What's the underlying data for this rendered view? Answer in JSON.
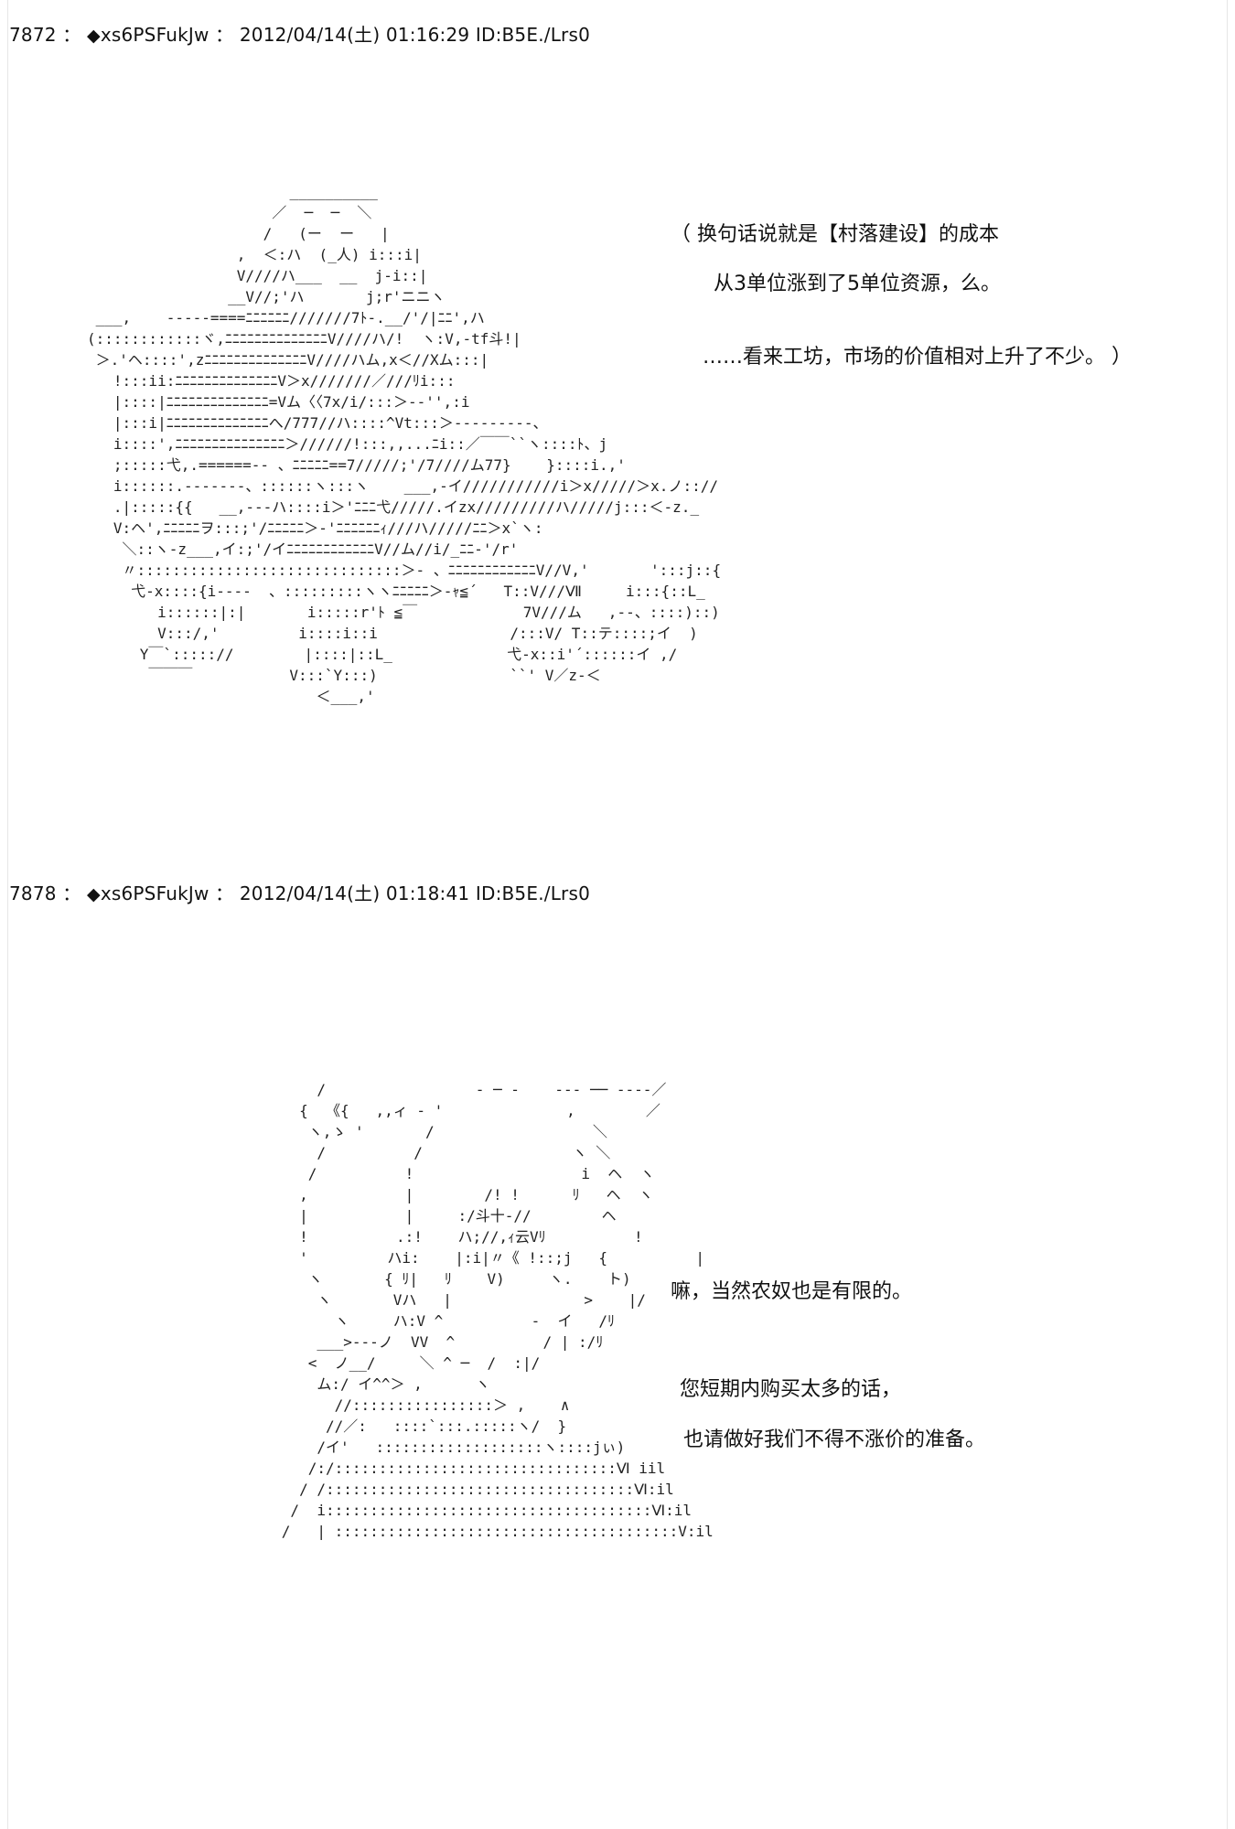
{
  "posts": [
    {
      "header": {
        "number": "7872",
        "trip": "xs6PSFukJw",
        "date": "2012/04/14(土) 01:16:29",
        "id": "ID:B5E./Lrs0"
      },
      "ascii_art": "                       __________\n                     ／  ─  ─  ＼\n                    /   (ー  ー   |\n                 ,  ＜:ハ  (_人) i:::i|\n                 V////ハ___  __  j-i::|\n                __V//;'ハ       j;r'ニニヽ\n ___,    -----====ﾆﾆﾆﾆﾆﾆ///////7ﾄ-.__/'/|ﾆﾆ',ハ\n(::::::::::::ヾ,ﾆﾆﾆﾆﾆﾆﾆﾆﾆﾆﾆﾆﾆﾆV////ハ/!  ヽ:V,-tf斗!|\n ＞.'ヘ::::',zﾆﾆﾆﾆﾆﾆﾆﾆﾆﾆﾆﾆﾆﾆV////ハム,x＜//Xム:::|\n   !:::ii:ﾆﾆﾆﾆﾆﾆﾆﾆﾆﾆﾆﾆﾆﾆV＞x///////／///ﾘi:::\n   |::::|ﾆﾆﾆﾆﾆﾆﾆﾆﾆﾆﾆﾆﾆﾆ=Vム〈〈7x/i/:::＞--'',:i\n   |:::i|ﾆﾆﾆﾆﾆﾆﾆﾆﾆﾆﾆﾆﾆﾆへ/777//ハ::::^Vt:::＞-----‐‐‐‐、\n   i::::',ﾆﾆﾆﾆﾆﾆﾆﾆﾆﾆﾆﾆﾆﾆﾆ＞//////!:::,,...ﾆi::／￣￣``ヽ::::ﾄ、j\n   ;:::::弋,.======-- 、ﾆﾆﾆﾆﾆ==7/////;'/7////ム77}    }::::i.,'\n   i::::::.-------、::::::ヽ:::ヽ    ___,-イ///////////i＞x/////＞x.ノ:://\n   .|:::::{{   __,---ハ::::i＞'ﾆﾆﾆ弋/////.イzx/////////ハ/////j:::＜-z._\n   V:ヘ',ﾆﾆﾆﾆﾆヲ:::;'/ﾆﾆﾆﾆﾆ＞-'ﾆﾆﾆﾆﾆﾆｨ///ハ/////ﾆﾆ＞x`ヽ:\n    ＼::ヽ‐z___,イ:;'/イﾆﾆﾆﾆﾆﾆﾆﾆﾆﾆﾆﾆV//ム//i/_ﾆﾆ-'/r'\n    〃::::::::::::::::::::::::::::::＞- 、ﾆﾆﾆﾆﾆﾆﾆﾆﾆﾆﾆﾆV//V,'       ':::j::{\n     弋-x::::{i‐---  、:::::::::ヽヽﾆﾆﾆﾆﾆ＞-ｬ≦´   T::V///Ⅶ     i:::{::L_\n        i::::::|:|       i:::::r'ﾄ ≦￣            7V///ム   ,--、::::)::)\n        V:::/,'         i::::i::i               /:::V/ T::テ::::;イ  )\n      Y￣`::::://        |::::|::L_             弋-x::i'´::::::イ ,/\n       ￣￣￣           V:::`Y:::)               ``' V／z-＜\n                          ＜___,'",
      "dialog": [
        "（  换句话说就是【村落建设】的成本",
        "从3单位涨到了5单位资源，么。",
        "……看来工坊，市场的价值相对上升了不少。 ）"
      ]
    },
    {
      "header": {
        "number": "7878",
        "trip": "xs6PSFukJw",
        "date": "2012/04/14(土) 01:18:41",
        "id": "ID:B5E./Lrs0"
      },
      "ascii_art": "          /                 - ─ -    --- ── ----／\n        {  《{   ,,ィ - '              ,        ／\n         ヽ,ゝ '       /                  ＼\n          /          /                 ヽ ＼\n         /          !                   i  ヘ  ヽ\n        ,           |        /! !      ﾘ   ヘ  ヽ\n        |           |     :/斗十‐//        ヘ\n        !          .:!    ハ;//,ｨ云Vﾘ          !\n        '         ハi:    |:i|〃《 !::;j   {          |\n         ヽ       { ﾘ|   ﾘ    V)     ヽ.    ト)\n          ヽ       Vハ   |               >    |/\n            ヽ     ハ:V ^          -  イ   /ﾘ\n          ___>---ノ  VV  ^          / | :/ﾘ\n         <  ノ__/     ＼ ^ ─  /  :|/\n          ム:/ イ^^＞ ,      ヽ\n            //::::::::::::::::＞ ,    ∧\n           //／:   ::::`:::.:::::ヽ/  }\n          /イ'   :::::::::::::::::::ヽ::::jぃ)\n         /:/::::::::::::::::::::::::::::::::Ⅵ iil\n        / /:::::::::::::::::::::::::::::::::::Ⅵ:il\n       /  i:::::::::::::::::::::::::::::::::::::Ⅵ:il\n      /   | :::::::::::::::::::::::::::::::::::::::V:il",
      "dialog": [
        "嘛，当然农奴也是有限的。",
        "您短期内购买太多的话，",
        "也请做好我们不得不涨价的准备。"
      ]
    }
  ]
}
